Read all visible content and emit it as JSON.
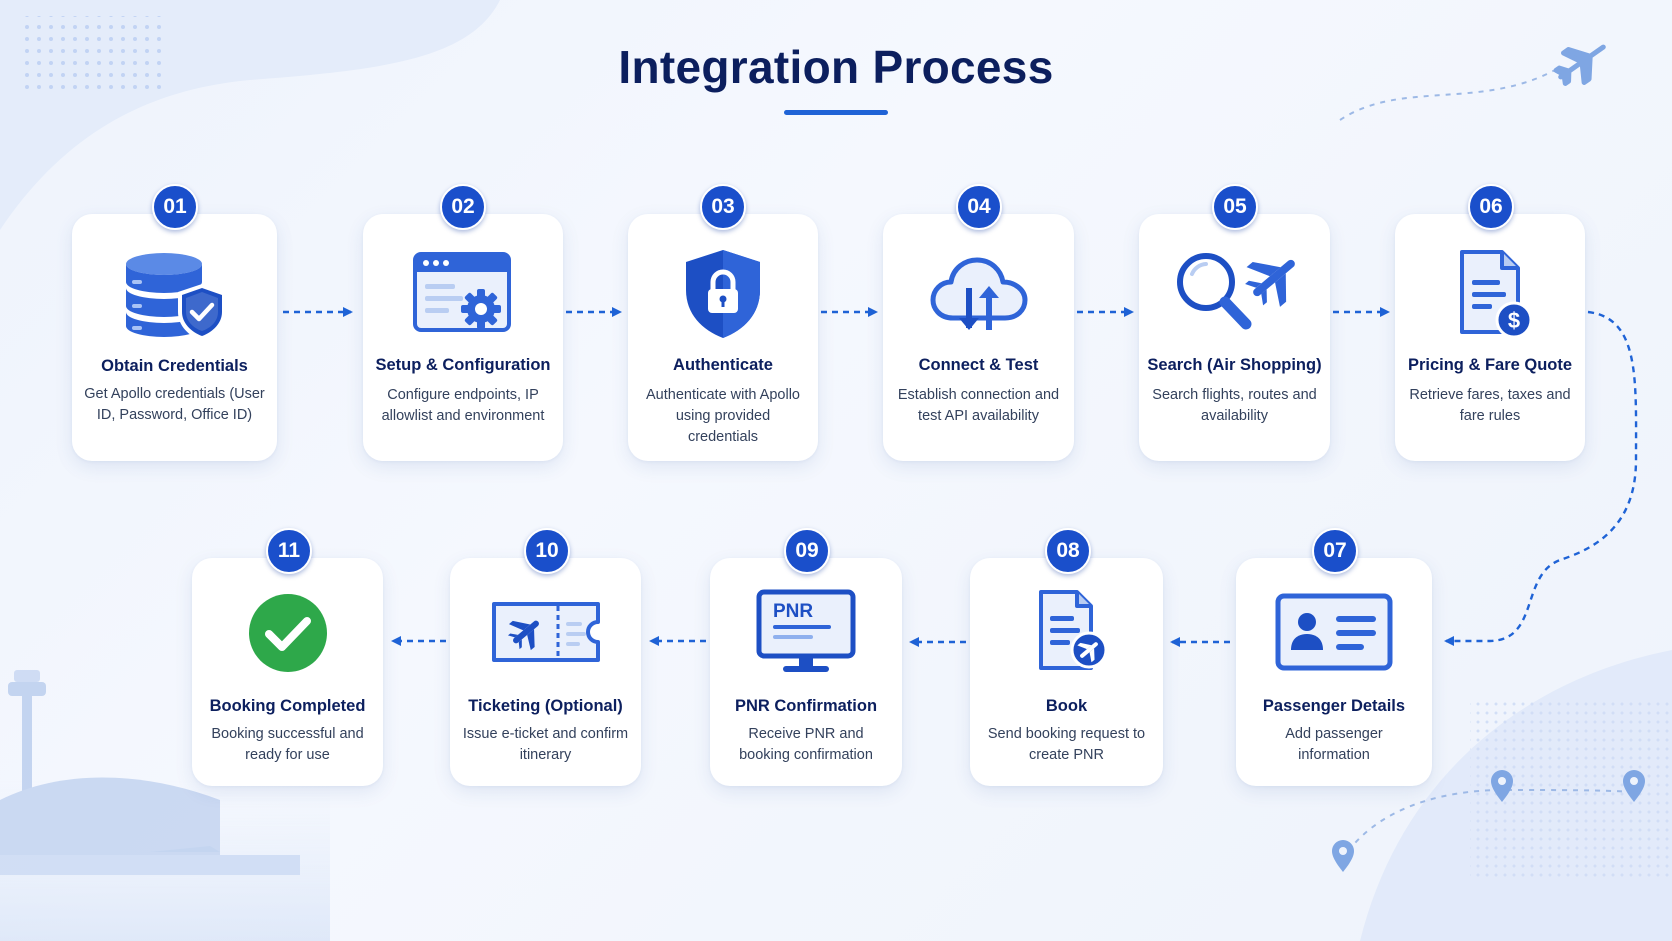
{
  "title": "Integration Process",
  "accent_color": "#1a4fcb",
  "steps": [
    {
      "num": "01",
      "title": "Obtain Credentials",
      "desc": "Get Apollo credentials (User ID, Password, Office ID)",
      "icon": "database-shield-icon"
    },
    {
      "num": "02",
      "title": "Setup & Configuration",
      "desc": "Configure endpoints, IP allowlist and environment",
      "icon": "browser-gear-icon"
    },
    {
      "num": "03",
      "title": "Authenticate",
      "desc": "Authenticate with Apollo using provided credentials",
      "icon": "shield-lock-icon"
    },
    {
      "num": "04",
      "title": "Connect & Test",
      "desc": "Establish connection and test API availability",
      "icon": "cloud-transfer-icon"
    },
    {
      "num": "05",
      "title": "Search (Air Shopping)",
      "desc": "Search flights, routes and availability",
      "icon": "search-plane-icon"
    },
    {
      "num": "06",
      "title": "Pricing & Fare Quote",
      "desc": "Retrieve fares, taxes and fare rules",
      "icon": "document-dollar-icon"
    },
    {
      "num": "07",
      "title": "Passenger Details",
      "desc": "Add passenger information",
      "icon": "id-card-icon"
    },
    {
      "num": "08",
      "title": "Book",
      "desc": "Send booking request to create PNR",
      "icon": "document-plane-icon"
    },
    {
      "num": "09",
      "title": "PNR Confirmation",
      "desc": "Receive PNR and booking confirmation",
      "icon": "monitor-pnr-icon",
      "icon_text": "PNR"
    },
    {
      "num": "10",
      "title": "Ticketing (Optional)",
      "desc": "Issue e-ticket and confirm itinerary",
      "icon": "ticket-icon"
    },
    {
      "num": "11",
      "title": "Booking Completed",
      "desc": "Booking successful and ready for use",
      "icon": "check-circle-icon"
    }
  ]
}
